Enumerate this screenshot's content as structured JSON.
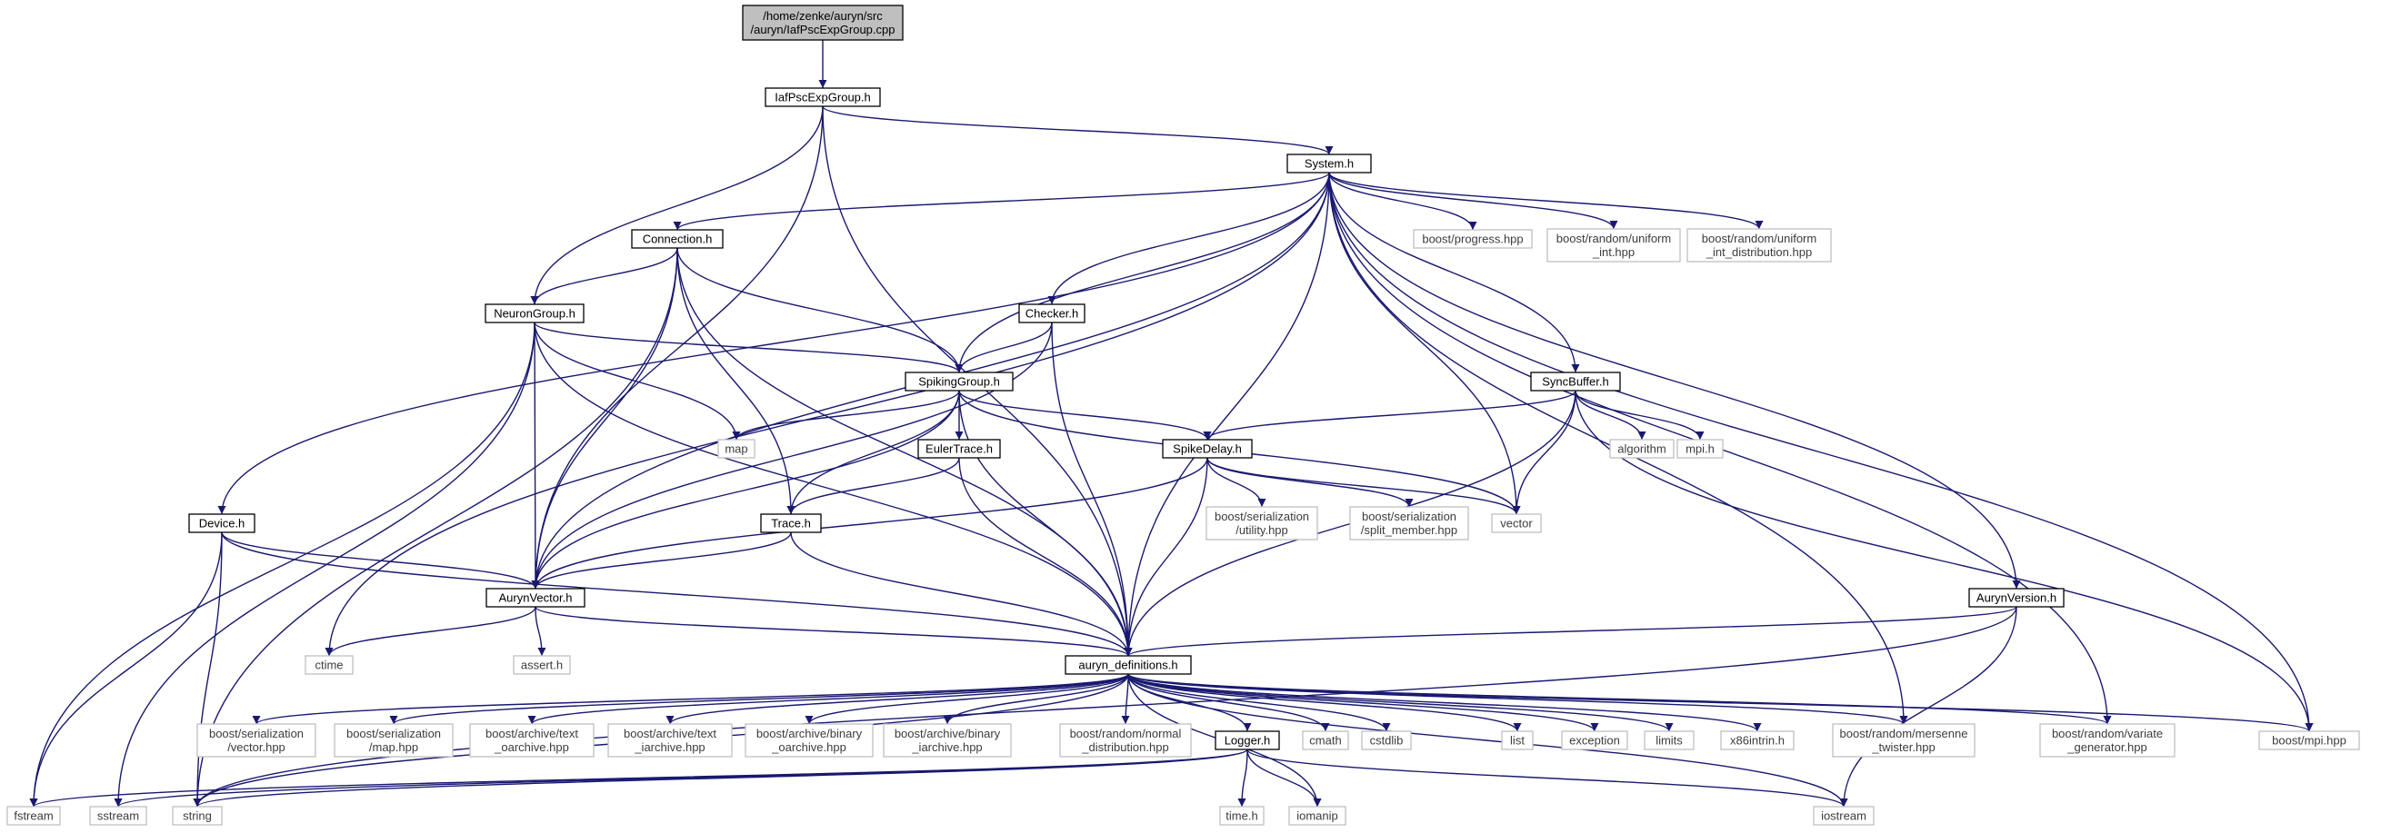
{
  "diagram": {
    "title": "",
    "colors": {
      "edge": "#191970",
      "root_fill": "#bfbfbf",
      "project_border": "#000000",
      "external_border": "#bfbfbf"
    },
    "nodes": [
      {
        "id": "root",
        "kind": "root",
        "lines": [
          "/home/zenke/auryn/src",
          "/auryn/IafPscExpGroup.cpp"
        ]
      },
      {
        "id": "iaf",
        "kind": "proj",
        "lines": [
          "IafPscExpGroup.h"
        ]
      },
      {
        "id": "system",
        "kind": "proj",
        "lines": [
          "System.h"
        ]
      },
      {
        "id": "connection",
        "kind": "proj",
        "lines": [
          "Connection.h"
        ]
      },
      {
        "id": "progress",
        "kind": "ext",
        "lines": [
          "boost/progress.hpp"
        ]
      },
      {
        "id": "uniform_int",
        "kind": "ext",
        "lines": [
          "boost/random/uniform",
          "_int.hpp"
        ]
      },
      {
        "id": "uniform_int_dist",
        "kind": "ext",
        "lines": [
          "boost/random/uniform",
          "_int_distribution.hpp"
        ]
      },
      {
        "id": "neurongroup",
        "kind": "proj",
        "lines": [
          "NeuronGroup.h"
        ]
      },
      {
        "id": "checker",
        "kind": "proj",
        "lines": [
          "Checker.h"
        ]
      },
      {
        "id": "syncbuffer",
        "kind": "proj",
        "lines": [
          "SyncBuffer.h"
        ]
      },
      {
        "id": "spikinggroup",
        "kind": "proj",
        "lines": [
          "SpikingGroup.h"
        ]
      },
      {
        "id": "map",
        "kind": "ext",
        "lines": [
          "map"
        ]
      },
      {
        "id": "eulertrace",
        "kind": "proj",
        "lines": [
          "EulerTrace.h"
        ]
      },
      {
        "id": "spikedelay",
        "kind": "proj",
        "lines": [
          "SpikeDelay.h"
        ]
      },
      {
        "id": "algorithm",
        "kind": "ext",
        "lines": [
          "algorithm"
        ]
      },
      {
        "id": "mpi_h",
        "kind": "ext",
        "lines": [
          "mpi.h"
        ]
      },
      {
        "id": "ser_utility",
        "kind": "ext",
        "lines": [
          "boost/serialization",
          "/utility.hpp"
        ]
      },
      {
        "id": "ser_split",
        "kind": "ext",
        "lines": [
          "boost/serialization",
          "/split_member.hpp"
        ]
      },
      {
        "id": "vector",
        "kind": "ext",
        "lines": [
          "vector"
        ]
      },
      {
        "id": "device",
        "kind": "proj",
        "lines": [
          "Device.h"
        ]
      },
      {
        "id": "trace",
        "kind": "proj",
        "lines": [
          "Trace.h"
        ]
      },
      {
        "id": "aurynvector",
        "kind": "proj",
        "lines": [
          "AurynVector.h"
        ]
      },
      {
        "id": "aurynversion",
        "kind": "proj",
        "lines": [
          "AurynVersion.h"
        ]
      },
      {
        "id": "ctime",
        "kind": "ext",
        "lines": [
          "ctime"
        ]
      },
      {
        "id": "assert",
        "kind": "ext",
        "lines": [
          "assert.h"
        ]
      },
      {
        "id": "defs",
        "kind": "proj",
        "lines": [
          "auryn_definitions.h"
        ]
      },
      {
        "id": "ser_vector",
        "kind": "ext",
        "lines": [
          "boost/serialization",
          "/vector.hpp"
        ]
      },
      {
        "id": "ser_map",
        "kind": "ext",
        "lines": [
          "boost/serialization",
          "/map.hpp"
        ]
      },
      {
        "id": "text_oarchive",
        "kind": "ext",
        "lines": [
          "boost/archive/text",
          "_oarchive.hpp"
        ]
      },
      {
        "id": "text_iarchive",
        "kind": "ext",
        "lines": [
          "boost/archive/text",
          "_iarchive.hpp"
        ]
      },
      {
        "id": "bin_oarchive",
        "kind": "ext",
        "lines": [
          "boost/archive/binary",
          "_oarchive.hpp"
        ]
      },
      {
        "id": "bin_iarchive",
        "kind": "ext",
        "lines": [
          "boost/archive/binary",
          "_iarchive.hpp"
        ]
      },
      {
        "id": "normal_dist",
        "kind": "ext",
        "lines": [
          "boost/random/normal",
          "_distribution.hpp"
        ]
      },
      {
        "id": "logger",
        "kind": "proj",
        "lines": [
          "Logger.h"
        ]
      },
      {
        "id": "cmath",
        "kind": "ext",
        "lines": [
          "cmath"
        ]
      },
      {
        "id": "cstdlib",
        "kind": "ext",
        "lines": [
          "cstdlib"
        ]
      },
      {
        "id": "list",
        "kind": "ext",
        "lines": [
          "list"
        ]
      },
      {
        "id": "exception",
        "kind": "ext",
        "lines": [
          "exception"
        ]
      },
      {
        "id": "limits",
        "kind": "ext",
        "lines": [
          "limits"
        ]
      },
      {
        "id": "x86intrin",
        "kind": "ext",
        "lines": [
          "x86intrin.h"
        ]
      },
      {
        "id": "mersenne",
        "kind": "ext",
        "lines": [
          "boost/random/mersenne",
          "_twister.hpp"
        ]
      },
      {
        "id": "variate",
        "kind": "ext",
        "lines": [
          "boost/random/variate",
          "_generator.hpp"
        ]
      },
      {
        "id": "boost_mpi",
        "kind": "ext",
        "lines": [
          "boost/mpi.hpp"
        ]
      },
      {
        "id": "fstream",
        "kind": "ext",
        "lines": [
          "fstream"
        ]
      },
      {
        "id": "sstream",
        "kind": "ext",
        "lines": [
          "sstream"
        ]
      },
      {
        "id": "string",
        "kind": "ext",
        "lines": [
          "string"
        ]
      },
      {
        "id": "time_h",
        "kind": "ext",
        "lines": [
          "time.h"
        ]
      },
      {
        "id": "iomanip",
        "kind": "ext",
        "lines": [
          "iomanip"
        ]
      },
      {
        "id": "iostream",
        "kind": "ext",
        "lines": [
          "iostream"
        ]
      }
    ],
    "edges": [
      [
        "root",
        "iaf"
      ],
      [
        "iaf",
        "system"
      ],
      [
        "iaf",
        "neurongroup"
      ],
      [
        "iaf",
        "aurynvector"
      ],
      [
        "iaf",
        "defs"
      ],
      [
        "system",
        "connection"
      ],
      [
        "system",
        "progress"
      ],
      [
        "system",
        "uniform_int"
      ],
      [
        "system",
        "uniform_int_dist"
      ],
      [
        "system",
        "checker"
      ],
      [
        "system",
        "syncbuffer"
      ],
      [
        "system",
        "spikinggroup"
      ],
      [
        "system",
        "device"
      ],
      [
        "system",
        "aurynvector"
      ],
      [
        "system",
        "aurynversion"
      ],
      [
        "system",
        "ctime"
      ],
      [
        "system",
        "vector"
      ],
      [
        "system",
        "defs"
      ],
      [
        "system",
        "mersenne"
      ],
      [
        "system",
        "variate"
      ],
      [
        "system",
        "boost_mpi"
      ],
      [
        "connection",
        "neurongroup"
      ],
      [
        "connection",
        "spikinggroup"
      ],
      [
        "connection",
        "trace"
      ],
      [
        "connection",
        "aurynvector"
      ],
      [
        "connection",
        "defs"
      ],
      [
        "connection",
        "string"
      ],
      [
        "neurongroup",
        "spikinggroup"
      ],
      [
        "neurongroup",
        "map"
      ],
      [
        "neurongroup",
        "aurynvector"
      ],
      [
        "neurongroup",
        "defs"
      ],
      [
        "neurongroup",
        "fstream"
      ],
      [
        "neurongroup",
        "sstream"
      ],
      [
        "checker",
        "spikinggroup"
      ],
      [
        "checker",
        "aurynvector"
      ],
      [
        "checker",
        "defs"
      ],
      [
        "spikinggroup",
        "map"
      ],
      [
        "spikinggroup",
        "eulertrace"
      ],
      [
        "spikinggroup",
        "spikedelay"
      ],
      [
        "spikinggroup",
        "trace"
      ],
      [
        "spikinggroup",
        "aurynvector"
      ],
      [
        "spikinggroup",
        "vector"
      ],
      [
        "spikinggroup",
        "defs"
      ],
      [
        "syncbuffer",
        "spikedelay"
      ],
      [
        "syncbuffer",
        "algorithm"
      ],
      [
        "syncbuffer",
        "mpi_h"
      ],
      [
        "syncbuffer",
        "vector"
      ],
      [
        "syncbuffer",
        "defs"
      ],
      [
        "syncbuffer",
        "boost_mpi"
      ],
      [
        "eulertrace",
        "trace"
      ],
      [
        "eulertrace",
        "defs"
      ],
      [
        "spikedelay",
        "ser_utility"
      ],
      [
        "spikedelay",
        "ser_split"
      ],
      [
        "spikedelay",
        "vector"
      ],
      [
        "spikedelay",
        "aurynvector"
      ],
      [
        "spikedelay",
        "defs"
      ],
      [
        "device",
        "aurynvector"
      ],
      [
        "device",
        "defs"
      ],
      [
        "device",
        "fstream"
      ],
      [
        "device",
        "string"
      ],
      [
        "trace",
        "aurynvector"
      ],
      [
        "trace",
        "defs"
      ],
      [
        "aurynvector",
        "ctime"
      ],
      [
        "aurynvector",
        "assert"
      ],
      [
        "aurynvector",
        "defs"
      ],
      [
        "aurynversion",
        "defs"
      ],
      [
        "aurynversion",
        "iostream"
      ],
      [
        "aurynversion",
        "string"
      ],
      [
        "defs",
        "ser_vector"
      ],
      [
        "defs",
        "ser_map"
      ],
      [
        "defs",
        "text_oarchive"
      ],
      [
        "defs",
        "text_iarchive"
      ],
      [
        "defs",
        "bin_oarchive"
      ],
      [
        "defs",
        "bin_iarchive"
      ],
      [
        "defs",
        "normal_dist"
      ],
      [
        "defs",
        "logger"
      ],
      [
        "defs",
        "cmath"
      ],
      [
        "defs",
        "cstdlib"
      ],
      [
        "defs",
        "list"
      ],
      [
        "defs",
        "exception"
      ],
      [
        "defs",
        "limits"
      ],
      [
        "defs",
        "x86intrin"
      ],
      [
        "defs",
        "mersenne"
      ],
      [
        "defs",
        "variate"
      ],
      [
        "defs",
        "boost_mpi"
      ],
      [
        "defs",
        "string"
      ],
      [
        "defs",
        "iomanip"
      ],
      [
        "defs",
        "iostream"
      ],
      [
        "logger",
        "fstream"
      ],
      [
        "logger",
        "sstream"
      ],
      [
        "logger",
        "string"
      ],
      [
        "logger",
        "time_h"
      ],
      [
        "logger",
        "iomanip"
      ],
      [
        "logger",
        "iostream"
      ]
    ]
  }
}
